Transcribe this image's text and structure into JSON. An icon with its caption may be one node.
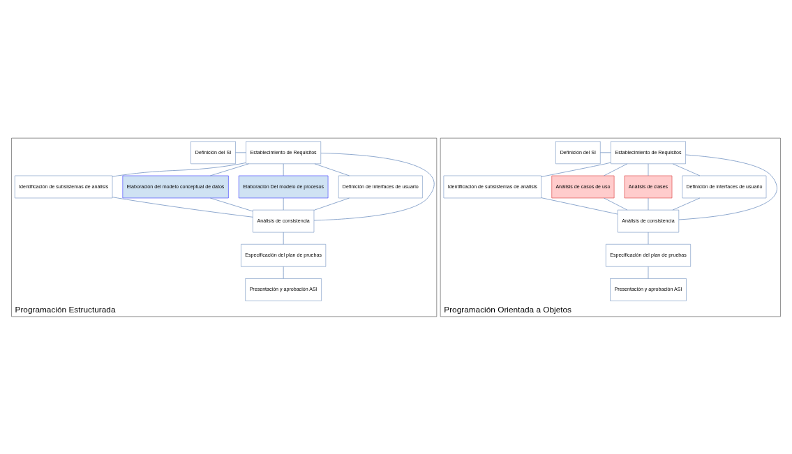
{
  "diagram": {
    "nodes": [
      {
        "text": [
          "Programación Estructurada"
        ]
      },
      {
        "text": [
          "Definición del SI"
        ],
        "in": 0
      },
      {
        "text": [
          "Establecimiento de Requisitos"
        ],
        "in": 0
      },
      {
        "text": [
          "Identificación de subsistemas de análisis"
        ],
        "in": 0
      },
      {
        "text": [
          "Elaboración del modelo conceptual de datos"
        ],
        "in": 0
      },
      {
        "text": [
          "Elaboración Del modelo de procesos"
        ],
        "in": 0
      },
      {
        "text": [
          "Definición de interfaces de usuario"
        ],
        "in": 0
      },
      {
        "text": [
          "Presentación y aprobación ASI"
        ],
        "in": 0
      },
      {
        "text": [
          "Especificación del plan de pruebas"
        ],
        "in": 0
      },
      {
        "text": [
          "Análisis de consistencia"
        ],
        "in": 0
      },
      {
        "text": [
          "Programación Orientada a Objetos"
        ]
      },
      {
        "text": [
          "Definición del SI"
        ],
        "in": 10
      },
      {
        "text": [
          "Establecimiento de Requisitos"
        ],
        "in": 10
      },
      {
        "text": [
          "Identificación de subsistemas de análisis"
        ],
        "in": 10
      },
      {
        "text": [
          "Análisis de casos de uso"
        ],
        "in": 10
      },
      {
        "text": [
          "Análisis de clases"
        ],
        "in": 10
      },
      {
        "text": [
          "Definición de interfaces de usuario"
        ],
        "in": 10
      },
      {
        "text": [
          "Presentación y aprobación ASI"
        ],
        "in": 10
      },
      {
        "text": [
          "Especificación del plan de pruebas"
        ],
        "in": 10
      },
      {
        "text": [
          "Análisis de consistencia"
        ],
        "in": 10
      }
    ],
    "edges": [
      {
        "from": 1,
        "to": 2,
        "arrow": "none"
      },
      {
        "from": 2,
        "to": 3,
        "arrow": "none"
      },
      {
        "from": 2,
        "to": 4,
        "arrow": "none"
      },
      {
        "from": 2,
        "to": 5,
        "arrow": "none"
      },
      {
        "from": 2,
        "to": 6,
        "arrow": "none"
      },
      {
        "from": 2,
        "to": 9,
        "arrow": "none"
      },
      {
        "from": 3,
        "to": 9,
        "arrow": "none"
      },
      {
        "from": 4,
        "to": 9,
        "arrow": "none"
      },
      {
        "from": 5,
        "to": 9,
        "arrow": "none"
      },
      {
        "from": 6,
        "to": 9,
        "arrow": "none"
      },
      {
        "from": 9,
        "to": 8,
        "arrow": "none"
      },
      {
        "from": 8,
        "to": 7,
        "arrow": "none"
      },
      {
        "from": 11,
        "to": 12,
        "arrow": "none"
      },
      {
        "from": 12,
        "to": 13,
        "arrow": "none"
      },
      {
        "from": 12,
        "to": 14,
        "arrow": "none"
      },
      {
        "from": 12,
        "to": 15,
        "arrow": "none"
      },
      {
        "from": 12,
        "to": 16,
        "arrow": "none"
      },
      {
        "from": 12,
        "to": 19,
        "arrow": "none"
      },
      {
        "from": 13,
        "to": 19,
        "arrow": "none"
      },
      {
        "from": 14,
        "to": 19,
        "arrow": "none"
      },
      {
        "from": 15,
        "to": 19,
        "arrow": "none"
      },
      {
        "from": 16,
        "to": 19,
        "arrow": "none"
      },
      {
        "from": 19,
        "to": 18,
        "arrow": "none"
      },
      {
        "from": 18,
        "to": 17,
        "arrow": "none"
      }
    ]
  }
}
